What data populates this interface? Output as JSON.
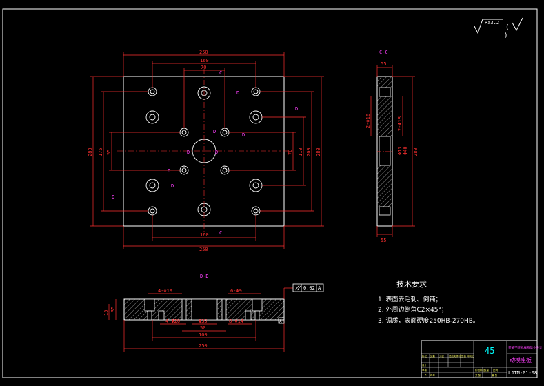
{
  "roughness": {
    "label": "Ra3.2",
    "paren_open": "(",
    "paren_close": ")"
  },
  "views": {
    "top_dims": {
      "top_250": "250",
      "top_160": "160",
      "top_70": "70",
      "bottom_160": "160",
      "bottom_250": "250"
    },
    "side_dims_left": {
      "d1": "280",
      "d2": "175",
      "d3": "55"
    },
    "side_dims_right": {
      "d1": "70",
      "d2": "110",
      "d3": "200",
      "d4": "280"
    },
    "section_marks": {
      "c_top": "C",
      "c_bottom": "C",
      "d": "D"
    },
    "cc_title": "C-C",
    "cc_dims": {
      "top": "55",
      "left": "2-Φ16",
      "mid": "2-Φ18",
      "right1": "Φ13",
      "right2": "Φ40",
      "right3": "280",
      "bottom": "55"
    },
    "dd_title": "D-D",
    "dd_dims": {
      "left_holes": "4-Φ19",
      "right_holes": "6-Φ9",
      "tolerance_box": "0.02",
      "datum": "A",
      "counterbore_a": "4-Φ20",
      "phi_mid": "Φ35",
      "counterbore_b": "8-Φ14",
      "left_h1": "35",
      "left_h2": "15",
      "d50": "50",
      "d100": "100",
      "d250": "250"
    }
  },
  "notes": {
    "title": "技术要求",
    "items": [
      "1. 表面去毛刺、倒钝；",
      "2. 外周边倒角C2×45°；",
      "3. 调质，表面硬度250HB-270HB。"
    ]
  },
  "title_block": {
    "material": "45",
    "school": "某某学院机械系毕业设计",
    "part_name": "动模座板",
    "drawing_no": "LJTM-01-08",
    "row_labels": [
      "标记",
      "处数",
      "分区",
      "更改文件号",
      "签名",
      "年月日"
    ],
    "role_labels": [
      "设计",
      "审核",
      "工艺",
      "批准"
    ],
    "stage_labels": [
      "阶段标记",
      "重量",
      "比例"
    ],
    "sheet_labels": [
      "共 张",
      "第 张"
    ]
  },
  "colors": {
    "outline": "#ffffff",
    "dim": "#ff2a2a",
    "mark": "#ff40ff",
    "accent": "#00ffff",
    "tbtext": "#ffff00"
  }
}
